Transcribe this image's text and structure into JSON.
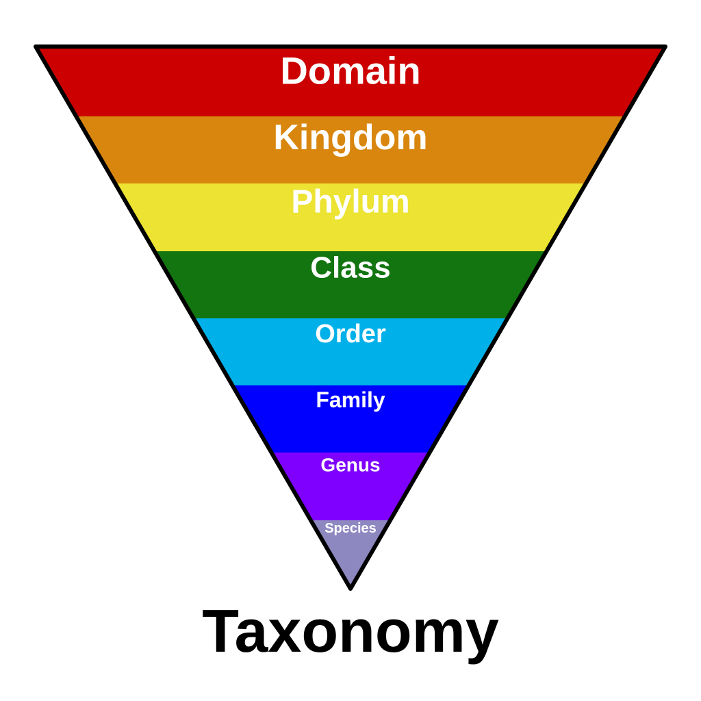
{
  "title": "Taxonomy",
  "levels": [
    {
      "label": "Domain",
      "color": "#cc0000"
    },
    {
      "label": "Kingdom",
      "color": "#d9860e"
    },
    {
      "label": "Phylum",
      "color": "#ece332"
    },
    {
      "label": "Class",
      "color": "#127510"
    },
    {
      "label": "Order",
      "color": "#00b0e8"
    },
    {
      "label": "Family",
      "color": "#0000ff"
    },
    {
      "label": "Genus",
      "color": "#7f00ff"
    },
    {
      "label": "Species",
      "color": "#8e88c0"
    }
  ],
  "outline_color": "#000000",
  "label_color": "#ffffff"
}
